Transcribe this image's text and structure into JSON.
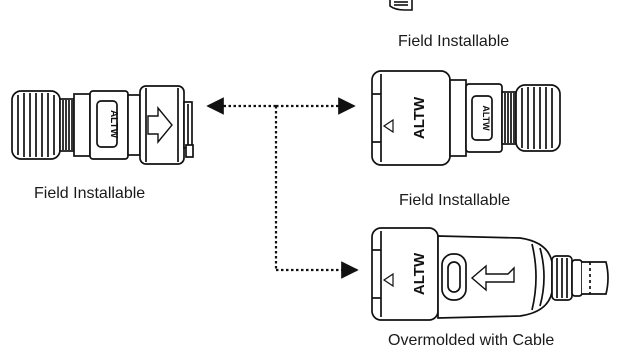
{
  "labels": {
    "top": "Field Installable",
    "left": "Field Installable",
    "middle": "Field Installable",
    "bottom": "Overmolded with Cable"
  },
  "brand_text": "ALTW",
  "colors": {
    "stroke": "#111111",
    "text": "#1a1a1a",
    "background": "#ffffff"
  }
}
